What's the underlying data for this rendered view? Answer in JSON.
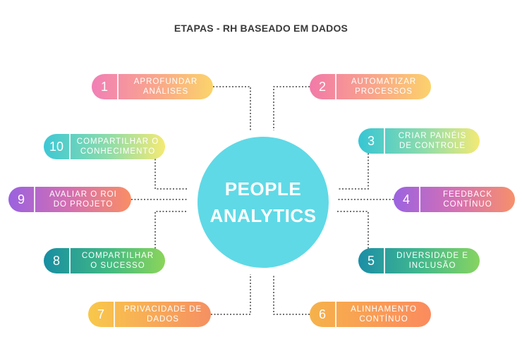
{
  "title": "ETAPAS - RH BASEADO EM DADOS",
  "hub": {
    "line1": "PEOPLE",
    "line2": "ANALYTICS",
    "color": "#5fd9e6"
  },
  "steps": [
    {
      "num": "1",
      "line1": "APROFUNDAR",
      "line2": "ANÁLISES"
    },
    {
      "num": "2",
      "line1": "AUTOMATIZAR",
      "line2": "PROCESSOS"
    },
    {
      "num": "3",
      "line1": "CRIAR PAINÉIS",
      "line2": "DE CONTROLE"
    },
    {
      "num": "4",
      "line1": "FEEDBACK",
      "line2": "CONTÍNUO"
    },
    {
      "num": "5",
      "line1": "DIVERSIDADE E",
      "line2": "INCLUSÃO"
    },
    {
      "num": "6",
      "line1": "ALINHAMENTO",
      "line2": "CONTÍNUO"
    },
    {
      "num": "7",
      "line1": "PRIVACIDADE DE",
      "line2": "DADOS"
    },
    {
      "num": "8",
      "line1": "COMPARTILHAR",
      "line2": "O SUCESSO"
    },
    {
      "num": "9",
      "line1": "AVALIAR  O ROI",
      "line2": "DO PROJETO"
    },
    {
      "num": "10",
      "line1": "COMPARTILHAR O",
      "line2": "CONHECIMENTO"
    }
  ]
}
